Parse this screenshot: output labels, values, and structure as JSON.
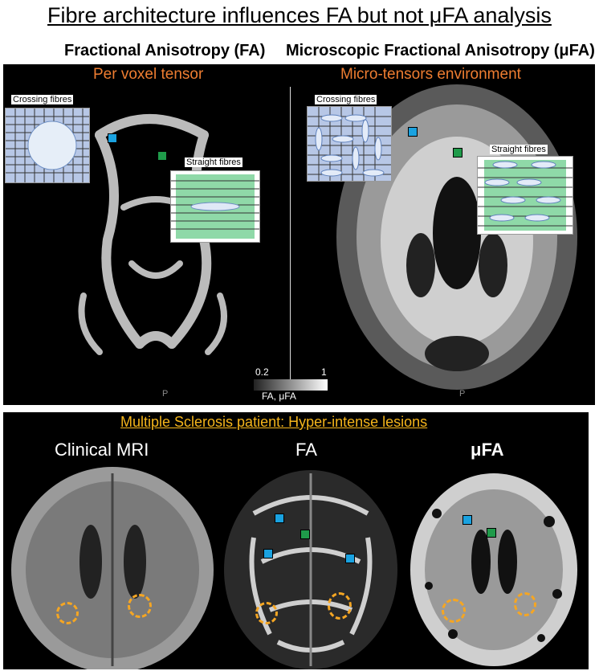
{
  "title": "Fibre architecture influences FA but not μFA analysis",
  "top": {
    "left_heading": "Fractional Anisotropy (FA)",
    "right_heading": "Microscopic Fractional Anisotropy (μFA)",
    "left_sub": "Per voxel tensor",
    "right_sub": "Micro-tensors environment",
    "crossing_label": "Crossing fibres",
    "straight_label": "Straight fibres",
    "colorbar_min": "0.2",
    "colorbar_max": "1",
    "colorbar_caption": "FA, μFA",
    "p_label": "P"
  },
  "bottom": {
    "title": "Multiple Sclerosis patient: Hyper-intense lesions",
    "label_clinical": "Clinical MRI",
    "label_fa": "FA",
    "label_mufa": "μFA"
  },
  "colors": {
    "accent_orange": "#ee7d31",
    "marker_blue": "#1aa2e0",
    "marker_green": "#1f9b4a",
    "lesion_yellow": "#f5a623"
  }
}
